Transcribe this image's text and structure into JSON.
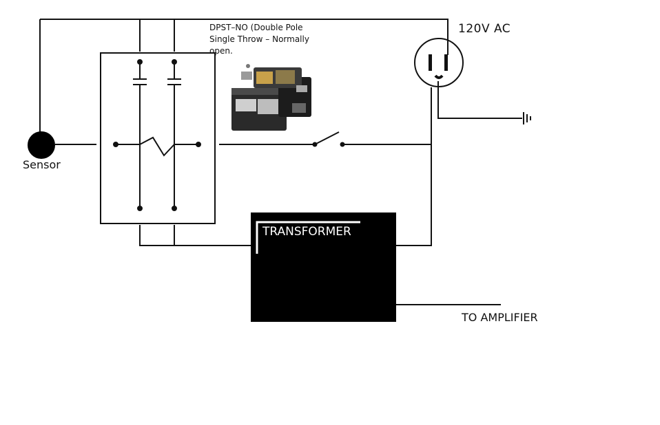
{
  "labels": {
    "relay_description": "DPST–NO (Double Pole Single Throw – Normally open.",
    "supply": "120V AC",
    "sensor": "Sensor",
    "transformer": "TRANSFORMER",
    "output": "TO AMPLIFIER"
  },
  "colors": {
    "wire": "#111111",
    "transformer_fill": "#000000",
    "transformer_text": "#ffffff",
    "sensor_fill": "#000000"
  },
  "icons": [
    "relay-photo-icon",
    "outlet-icon",
    "ground-icon",
    "switch-icon",
    "capacitor-icon",
    "coil-icon"
  ]
}
